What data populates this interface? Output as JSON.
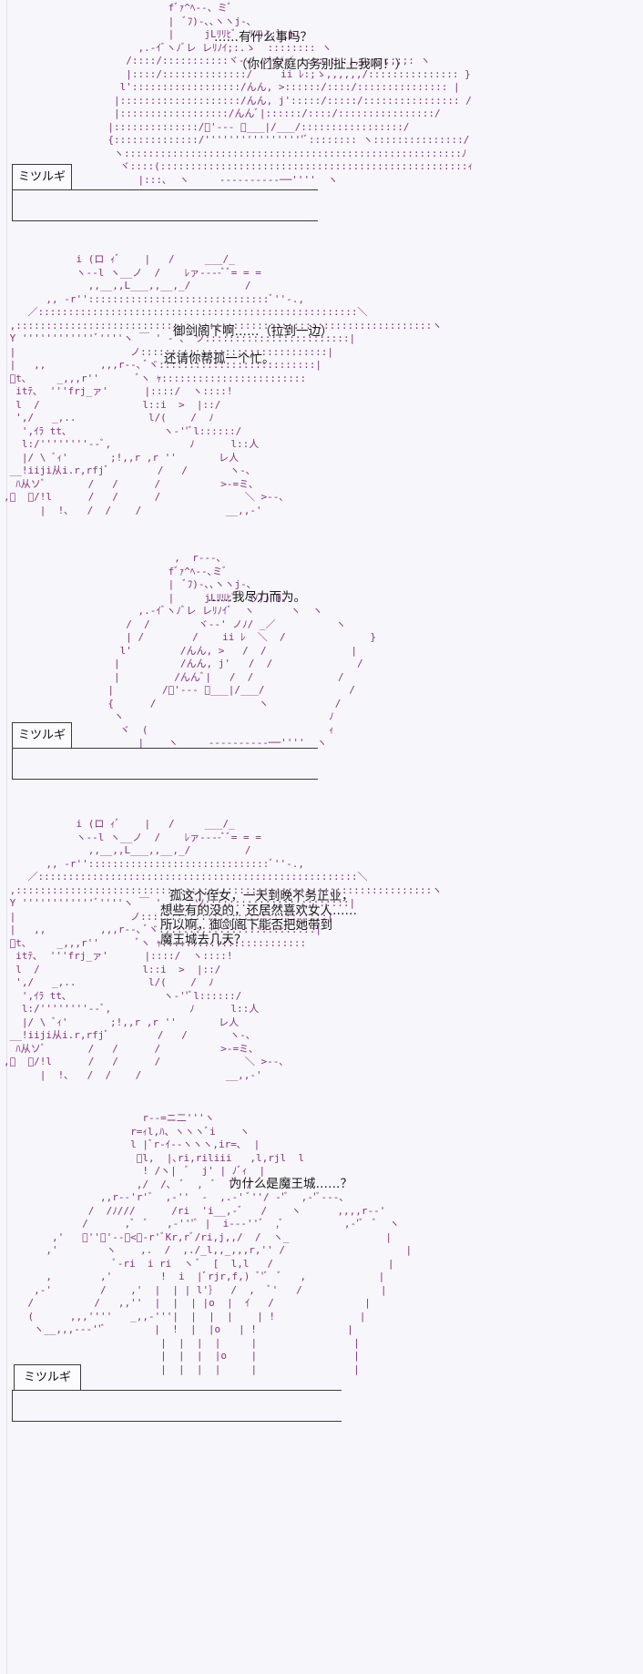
{
  "panels": [
    {
      "speaker": "ミツルギ",
      "lines": [
        "……有什么事吗？",
        "（你们家庭内务别扯上我啊！）"
      ]
    },
    {
      "speaker": "",
      "lines": [
        "御剑阁下啊……（拉到一边）",
        "还请你帮孤一个忙。"
      ]
    },
    {
      "speaker": "ミツルギ",
      "lines": [
        "……我尽力而为。"
      ]
    },
    {
      "speaker": "",
      "lines": [
        "孤这个侄女，一天到晚不务正业，",
        "想些有的没的，还居然喜欢女人……",
        "所以啊，御剑阁下能否把她带到",
        "魔王城去几天？"
      ]
    },
    {
      "speaker": "ミツルギ",
      "lines": [
        "为什么是魔王城……？"
      ]
    }
  ]
}
